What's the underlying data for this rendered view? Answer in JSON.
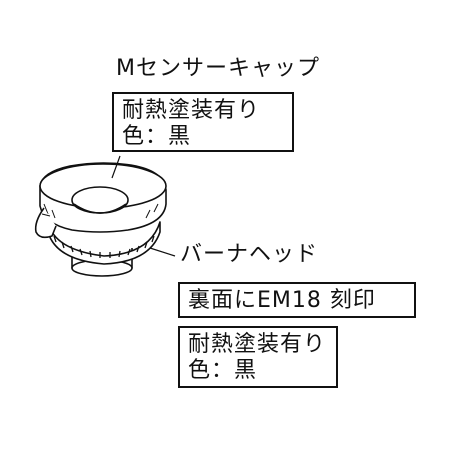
{
  "labels": {
    "cap_name": "Mセンサーキャップ",
    "cap_note_line1": "耐熱塗装有り",
    "cap_note_line2": "色：黒",
    "head_name": "バーナヘッド",
    "head_stamp": "裏面にEM18 刻印",
    "head_note_line1": "耐熱塗装有り",
    "head_note_line2": "色：黒"
  },
  "colors": {
    "line": "#111111",
    "background": "#ffffff"
  }
}
